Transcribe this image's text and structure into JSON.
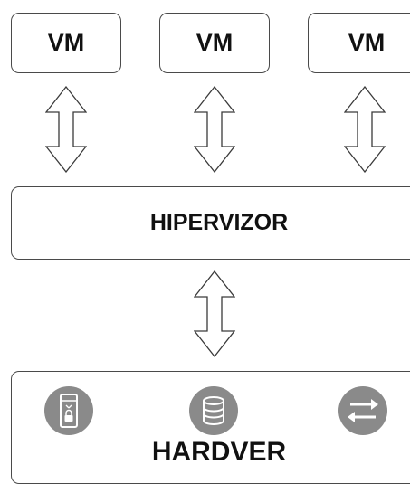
{
  "vms": [
    {
      "label": "VM"
    },
    {
      "label": "VM"
    },
    {
      "label": "VM"
    }
  ],
  "hypervisor": {
    "label": "HIPERVIZOR"
  },
  "hardware": {
    "label": "HARDVER",
    "icons": [
      "server-lock-icon",
      "database-icon",
      "network-switch-icon"
    ],
    "icon_color": "#8a8a8a"
  },
  "colors": {
    "border": "#4a4a4a",
    "text": "#111111",
    "arrow_stroke": "#3a3a3a"
  }
}
